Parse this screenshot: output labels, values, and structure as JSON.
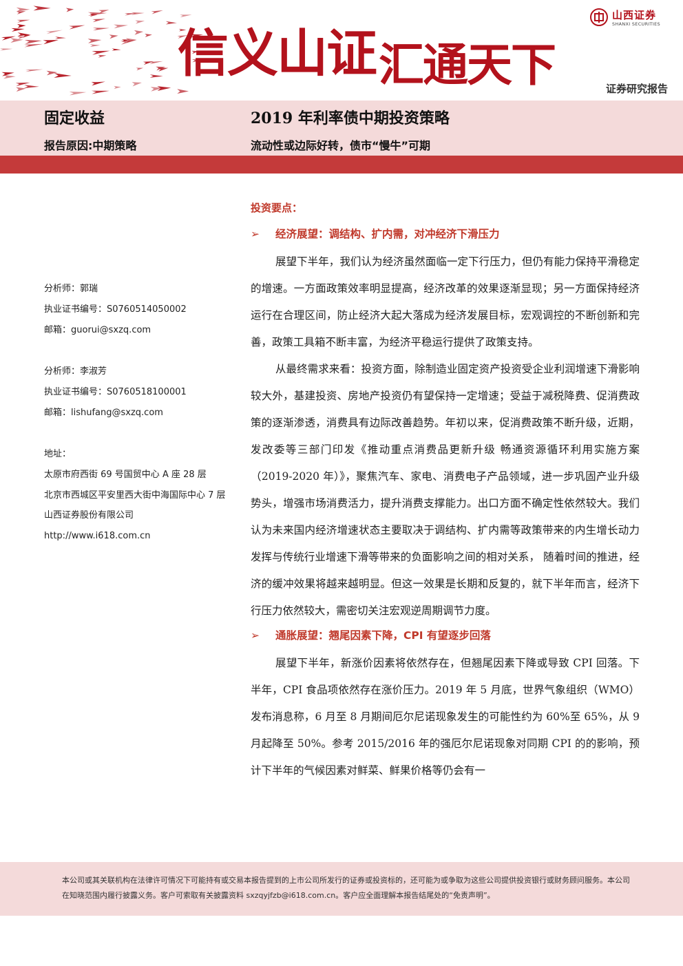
{
  "header": {
    "slogan_part1": "信义山证",
    "slogan_part2": "汇通天下",
    "logo_cn": "山西证券",
    "logo_en": "SHANXI SECURITIES",
    "report_type": "证券研究报告",
    "accent_color": "#b3121c"
  },
  "title_band": {
    "category": "固定收益",
    "reason": "报告原因:中期策略",
    "title": "2019 年利率债中期投资策略",
    "subtitle": "流动性或边际好转，债市“慢牛”可期"
  },
  "sidebar": {
    "analyst1": {
      "name": "分析师：郭瑞",
      "cert": "执业证书编号：S0760514050002",
      "email": "邮箱：guorui@sxzq.com"
    },
    "analyst2": {
      "name": "分析师：李淑芳",
      "cert": "执业证书编号：S0760518100001",
      "email": "邮箱：lishufang@sxzq.com"
    },
    "address_label": "地址：",
    "address_lines": [
      "太原市府西街 69 号国贸中心 A 座 28 层",
      "北京市西城区平安里西大街中海国际中心 7 层",
      "山西证券股份有限公司"
    ],
    "website": "http://www.i618.com.cn"
  },
  "content": {
    "key_points_title": "投资要点：",
    "bullet_symbol": "➢",
    "section1": {
      "heading": "经济展望：调结构、扩内需，对冲经济下滑压力",
      "p1": "展望下半年，我们认为经济虽然面临一定下行压力，但仍有能力保持平滑稳定的增速。一方面政策效率明显提高，经济改革的效果逐渐显现；另一方面保持经济运行在合理区间，防止经济大起大落成为经济发展目标，宏观调控的不断创新和完善，政策工具箱不断丰富，为经济平稳运行提供了政策支持。",
      "p2": "从最终需求来看：投资方面，除制造业固定资产投资受企业利润增速下滑影响较大外，基建投资、房地产投资仍有望保持一定增速；受益于减税降费、促消费政策的逐渐渗透，消费具有边际改善趋势。年初以来，促消费政策不断升级，近期，发改委等三部门印发《推动重点消费品更新升级 畅通资源循环利用实施方案（2019-2020 年）》，聚焦汽车、家电、消费电子产品领域，进一步巩固产业升级势头，增强市场消费活力，提升消费支撑能力。出口方面不确定性依然较大。我们认为未来国内经济增速状态主要取决于调结构、扩内需等政策带来的内生增长动力发挥与传统行业增速下滑等带来的负面影响之间的相对关系， 随着时间的推进，经济的缓冲效果将越来越明显。但这一效果是长期和反复的，就下半年而言，经济下行压力依然较大，需密切关注宏观逆周期调节力度。"
    },
    "section2": {
      "heading": "通胀展望：翘尾因素下降，CPI 有望逐步回落",
      "p1": "展望下半年，新涨价因素将依然存在，但翘尾因素下降或导致 CPI 回落。下半年，CPI 食品项依然存在涨价压力。2019 年 5 月底，世界气象组织（WMO）发布消息称，6 月至 8 月期间厄尔尼诺现象发生的可能性约为 60%至 65%，从 9 月起降至 50%。参考 2015/2016 年的强厄尔尼诺现象对同期 CPI 的的影响，预计下半年的气候因素对鲜菜、鲜果价格等仍会有一"
    }
  },
  "footer": {
    "disclaimer": "本公司或其关联机构在法律许可情况下可能持有或交易本报告提到的上市公司所发行的证券或投资标的，还可能为或争取为这些公司提供投资银行或财务顾问服务。本公司在知晓范围内履行披露义务。客户可索取有关披露资料 sxzqyjfzb@i618.com.cn。客户应全面理解本报告结尾处的“免责声明”。"
  }
}
